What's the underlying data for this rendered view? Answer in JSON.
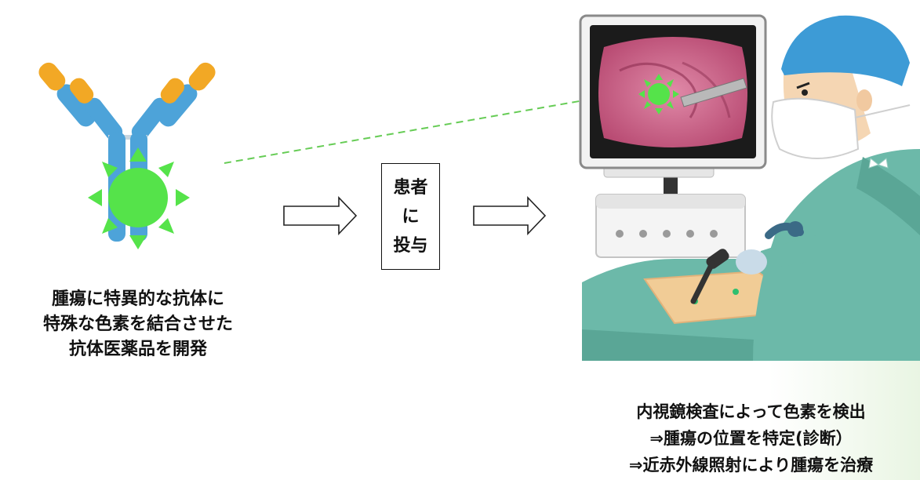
{
  "left_caption": {
    "line1": "腫瘍に特異的な抗体に",
    "line2": "特殊な色素を結合させた",
    "line3": "抗体医薬品を開発"
  },
  "patient_box": {
    "line1": "患者",
    "line2": "に",
    "line3": "投与"
  },
  "right_caption": {
    "line1": "内視鏡検査によって色素を検出",
    "line2": "⇒腫瘍の位置を特定(診断）",
    "line3": "⇒近赤外線照射により腫瘍を治療"
  },
  "colors": {
    "antibody_blue": "#4da3d9",
    "antibody_orange": "#f2a825",
    "dye_green": "#55e34a",
    "dashed_line": "#66cc55",
    "drape_teal": "#6cb9a9",
    "tissue_pink": "#cc5f86"
  },
  "icons": [
    "antibody-icon",
    "dye-glow-icon",
    "right-arrow-icon",
    "endoscopy-surgeon-illustration",
    "monitor-icon"
  ]
}
